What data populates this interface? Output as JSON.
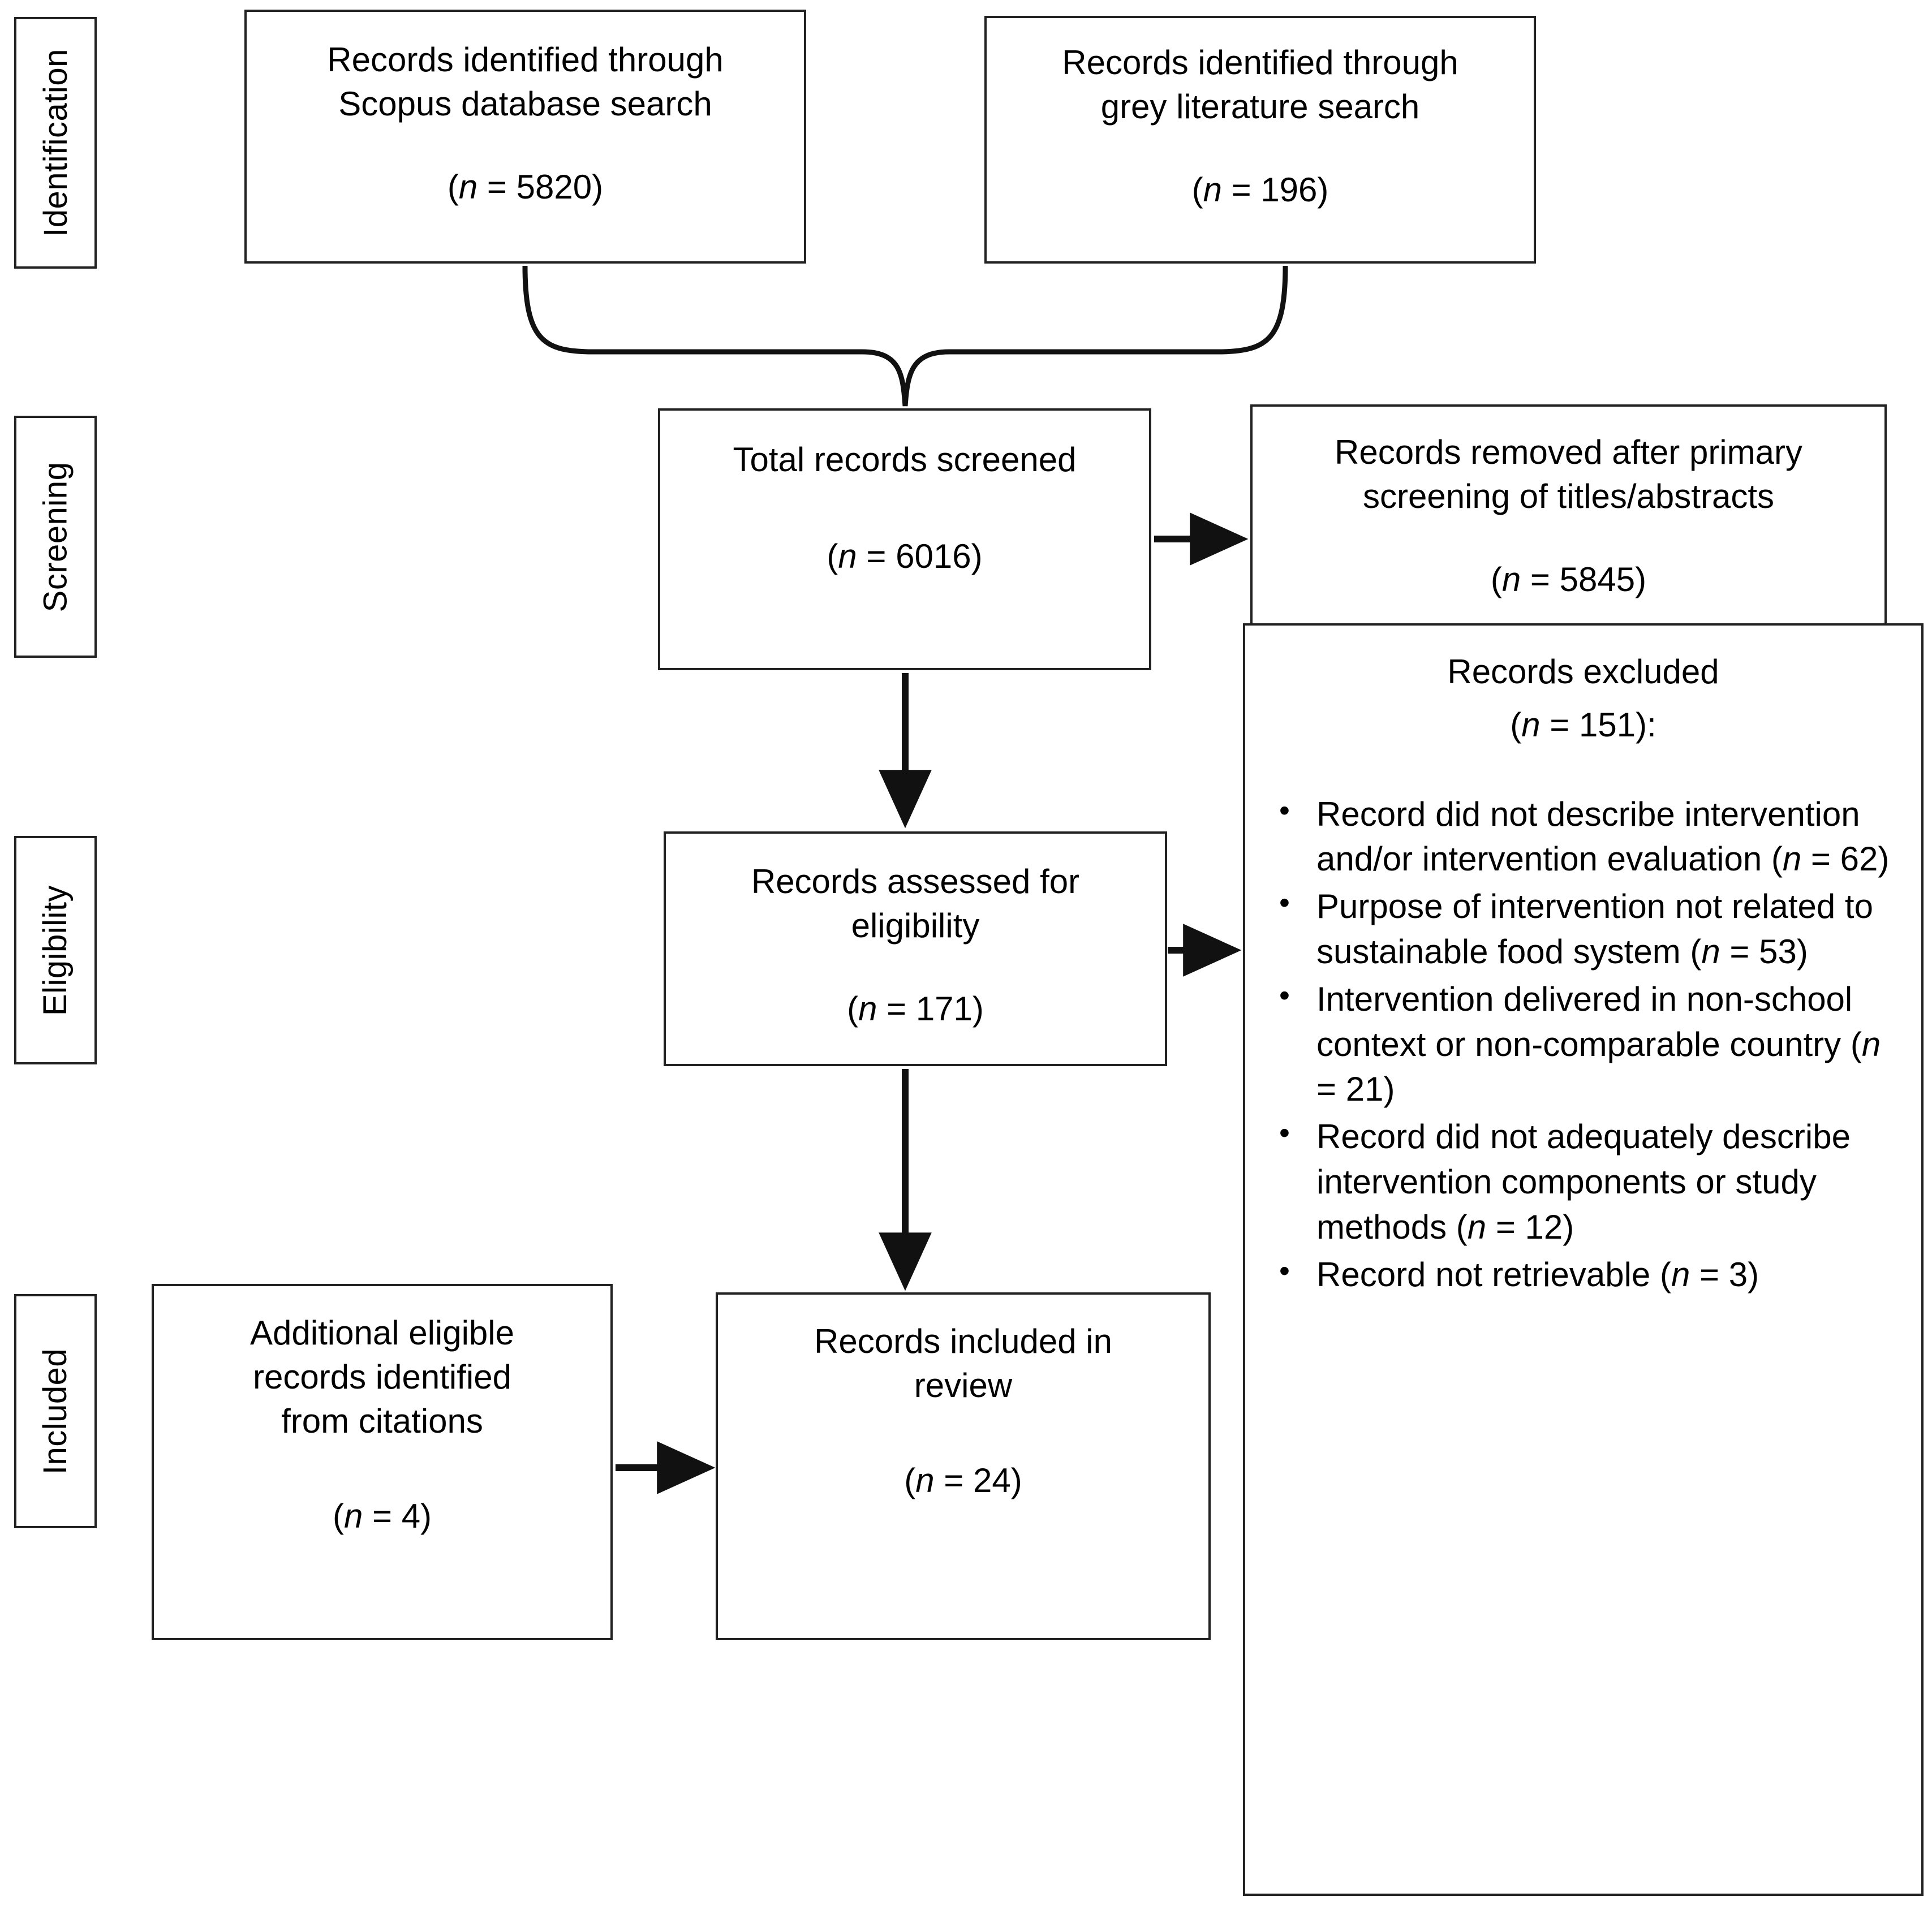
{
  "diagram": {
    "type": "prisma-flow-diagram",
    "stages": [
      {
        "id": "identification",
        "label": "Identification"
      },
      {
        "id": "screening",
        "label": "Screening"
      },
      {
        "id": "eligibility",
        "label": "Eligibility"
      },
      {
        "id": "included",
        "label": "Included"
      }
    ],
    "boxes": {
      "scopus": {
        "line1": "Records identified through",
        "line2": "Scopus database search",
        "count_prefix": "(",
        "count_n": "n",
        "count_eq": " = 5820)"
      },
      "grey": {
        "line1": "Records identified through",
        "line2": "grey literature search",
        "count_prefix": "(",
        "count_n": "n",
        "count_eq": " = 196)"
      },
      "screened": {
        "line1": "Total records screened",
        "count_prefix": "(",
        "count_n": "n",
        "count_eq": " = 6016)"
      },
      "removed": {
        "line1": "Records removed after primary",
        "line2": "screening of titles/abstracts",
        "count_prefix": "(",
        "count_n": "n",
        "count_eq": " = 5845)"
      },
      "assessed": {
        "line1": "Records assessed for",
        "line2": "eligibility",
        "count_prefix": "(",
        "count_n": "n",
        "count_eq": " = 171)"
      },
      "additional": {
        "line1": "Additional eligible",
        "line2": "records identified",
        "line3": "from citations",
        "count_prefix": "(",
        "count_n": "n",
        "count_eq": " = 4)"
      },
      "included": {
        "line1": "Records included in",
        "line2": "review",
        "count_prefix": "(",
        "count_n": "n",
        "count_eq": " = 24)"
      }
    },
    "excluded_panel": {
      "title": "Records excluded",
      "count_prefix": "(",
      "count_n": "n",
      "count_eq": " = 151):",
      "reasons": [
        {
          "text_before": "Record did not describe intervention and/or intervention evaluation (",
          "n": "n",
          "text_after": " = 62)"
        },
        {
          "text_before": "Purpose of intervention not related to sustainable food system (",
          "n": "n",
          "text_after": " = 53)"
        },
        {
          "text_before": "Intervention delivered in non-school context or non-comparable country (",
          "n": "n",
          "text_after": " = 21)"
        },
        {
          "text_before": "Record did not adequately describe intervention components or study methods (",
          "n": "n",
          "text_after": " = 12)"
        },
        {
          "text_before": "Record not retrievable (",
          "n": "n",
          "text_after": " = 3)"
        }
      ]
    },
    "colors": {
      "stroke": "#222222",
      "background": "#ffffff",
      "text": "#000000"
    }
  }
}
